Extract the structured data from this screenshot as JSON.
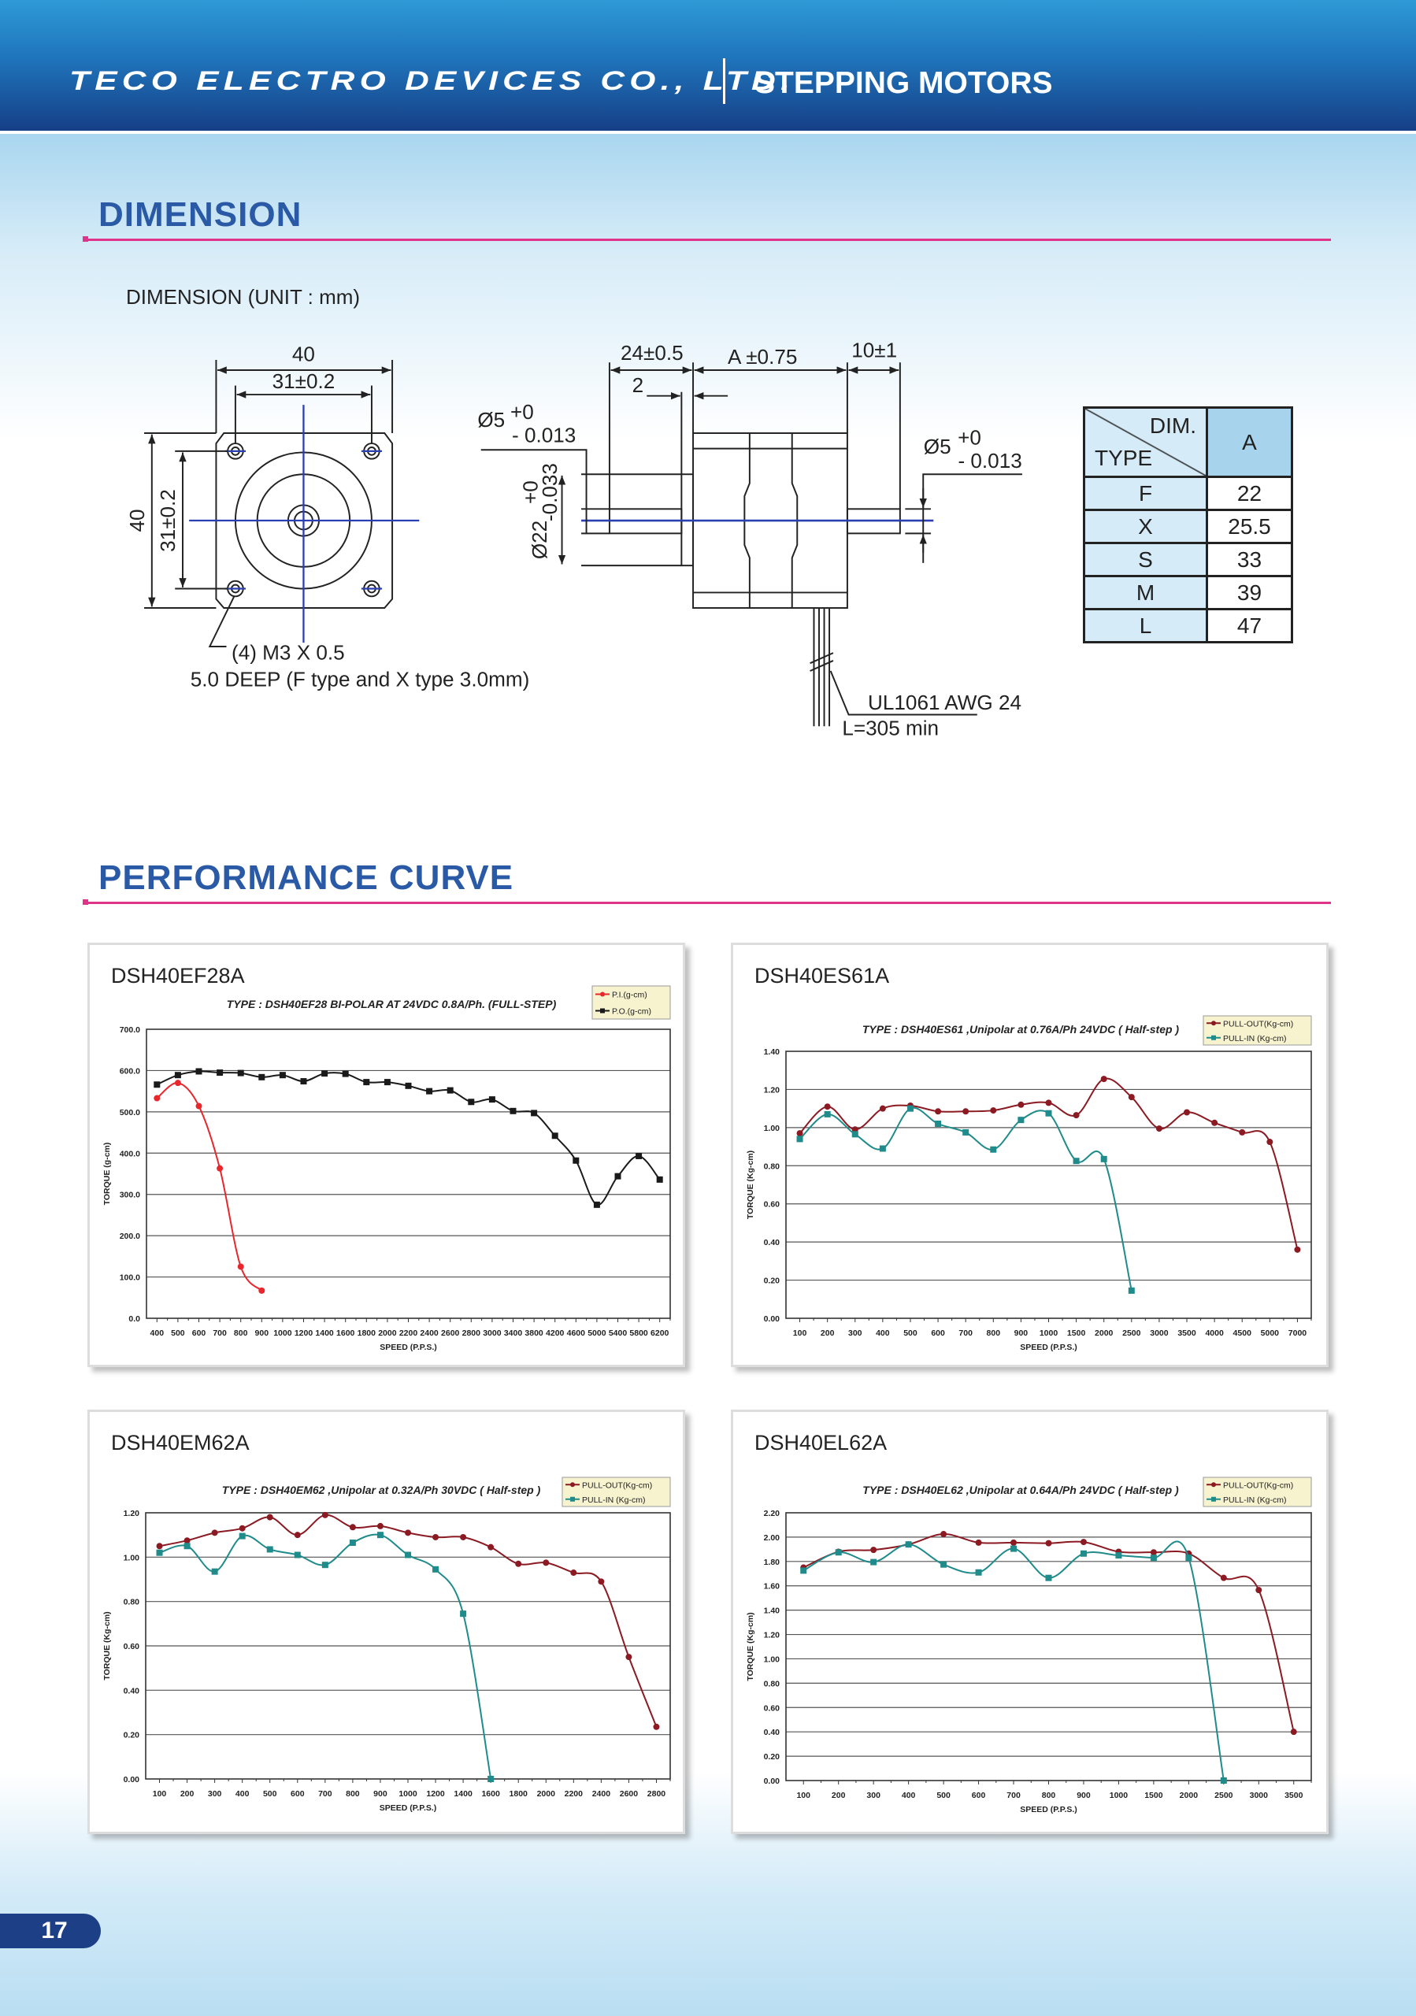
{
  "header": {
    "company": "TECO ELECTRO DEVICES CO., LTD.",
    "product": "STEPPING MOTORS"
  },
  "dimension": {
    "section_title": "DIMENSION",
    "unit_label": "DIMENSION (UNIT : mm)",
    "labels": {
      "width_40": "40",
      "hole_31": "31±0.2",
      "height_40": "40",
      "hole_31_v": "31±0.2",
      "screw": "(4) M3 X 0.5",
      "depth": "5.0 DEEP  (F type and X type 3.0mm)",
      "shaft_len": "24±0.5",
      "body_len": "A ±0.75",
      "rear_len": "10±1",
      "boss": "2",
      "shaft_dia": "Ø5",
      "tol_plus": "+0",
      "tol_minus": "- 0.013",
      "boss_dia": "Ø22",
      "boss_tol_plus": "+0",
      "boss_tol_minus": "-0.033",
      "wire": "UL1061 AWG 24",
      "wire_len": "L=305 min"
    },
    "table": {
      "header_dim": "DIM.",
      "header_type": "TYPE",
      "header_a": "A",
      "rows": [
        {
          "type": "F",
          "a": "22"
        },
        {
          "type": "X",
          "a": "25.5"
        },
        {
          "type": "S",
          "a": "33"
        },
        {
          "type": "M",
          "a": "39"
        },
        {
          "type": "L",
          "a": "47"
        }
      ]
    }
  },
  "performance": {
    "section_title": "PERFORMANCE CURVE"
  },
  "colors": {
    "red": "#e8262b",
    "black": "#1a1a1a",
    "pullout": "#8b1a22",
    "pullin": "#1f8b8b",
    "heading": "#2a5aa6",
    "accent": "#e0338a"
  },
  "chart_data": [
    {
      "type": "line",
      "title": "DSH40EF28A",
      "subtitle": "TYPE : DSH40EF28  BI-POLAR AT 24VDC 0.8A/Ph. (FULL-STEP)",
      "xlabel": "SPEED (P.P.S.)",
      "ylabel": "TORQUE (g-cm)",
      "ylim": [
        0,
        700
      ],
      "ystep": 100,
      "ydecimals": 1,
      "grid": true,
      "legend": "top-right",
      "categories": [
        "400",
        "500",
        "600",
        "700",
        "800",
        "900",
        "1000",
        "1200",
        "1400",
        "1600",
        "1800",
        "2000",
        "2200",
        "2400",
        "2600",
        "2800",
        "3000",
        "3400",
        "3800",
        "4200",
        "4600",
        "5000",
        "5400",
        "5800",
        "6200"
      ],
      "series": [
        {
          "name": "P.I.(g-cm)",
          "color": "#e8262b",
          "marker": "circle",
          "values": [
            533,
            570,
            514,
            363,
            125,
            67
          ]
        },
        {
          "name": "P.O.(g-cm)",
          "color": "#1a1a1a",
          "marker": "square",
          "values": [
            566,
            589,
            598,
            595,
            594,
            584,
            589,
            574,
            593,
            592,
            572,
            572,
            563,
            550,
            552,
            524,
            530,
            502,
            497,
            442,
            382,
            275,
            344,
            393,
            336
          ]
        }
      ]
    },
    {
      "type": "line",
      "title": "DSH40ES61A",
      "subtitle": "TYPE : DSH40ES61 ,Unipolar at 0.76A/Ph 24VDC  ( Half-step )",
      "xlabel": "SPEED (P.P.S.)",
      "ylabel": "TORQUE (Kg-cm)",
      "ylim": [
        0,
        1.4
      ],
      "ystep": 0.2,
      "ydecimals": 2,
      "grid": true,
      "legend": "top-right",
      "categories": [
        "100",
        "200",
        "300",
        "400",
        "500",
        "600",
        "700",
        "800",
        "900",
        "1000",
        "1500",
        "2000",
        "2500",
        "3000",
        "3500",
        "4000",
        "4500",
        "5000",
        "7000"
      ],
      "series": [
        {
          "name": "PULL-OUT(Kg-cm)",
          "color": "#8b1a22",
          "marker": "circle",
          "values": [
            0.97,
            1.11,
            0.99,
            1.1,
            1.115,
            1.085,
            1.085,
            1.09,
            1.12,
            1.13,
            1.065,
            1.255,
            1.16,
            0.995,
            1.08,
            1.025,
            0.975,
            0.925,
            0.36
          ]
        },
        {
          "name": "PULL-IN  (Kg-cm)",
          "color": "#1f8b8b",
          "marker": "square",
          "values": [
            0.94,
            1.07,
            0.965,
            0.89,
            1.1,
            1.02,
            0.975,
            0.885,
            1.04,
            1.075,
            0.825,
            0.835,
            0.145
          ]
        }
      ]
    },
    {
      "type": "line",
      "title": "DSH40EM62A",
      "subtitle": "TYPE : DSH40EM62 ,Unipolar at 0.32A/Ph 30VDC  ( Half-step )",
      "xlabel": "SPEED (P.P.S.)",
      "ylabel": "TORQUE (Kg-cm)",
      "ylim": [
        0,
        1.2
      ],
      "ystep": 0.2,
      "ydecimals": 2,
      "grid": true,
      "legend": "top-right",
      "categories": [
        "100",
        "200",
        "300",
        "400",
        "500",
        "600",
        "700",
        "800",
        "900",
        "1000",
        "1200",
        "1400",
        "1600",
        "1800",
        "2000",
        "2200",
        "2400",
        "2600",
        "2800"
      ],
      "series": [
        {
          "name": "PULL-OUT(Kg-cm)",
          "color": "#8b1a22",
          "marker": "circle",
          "values": [
            1.05,
            1.075,
            1.11,
            1.13,
            1.18,
            1.1,
            1.19,
            1.135,
            1.14,
            1.11,
            1.09,
            1.09,
            1.045,
            0.97,
            0.975,
            0.93,
            0.89,
            0.55,
            0.235
          ]
        },
        {
          "name": "PULL-IN  (Kg-cm)",
          "color": "#1f8b8b",
          "marker": "square",
          "values": [
            1.02,
            1.05,
            0.935,
            1.095,
            1.035,
            1.01,
            0.965,
            1.065,
            1.1,
            1.01,
            0.945,
            0.745,
            0.0
          ]
        }
      ]
    },
    {
      "type": "line",
      "title": "DSH40EL62A",
      "subtitle": "TYPE : DSH40EL62  ,Unipolar at 0.64A/Ph 24VDC  ( Half-step )",
      "xlabel": "SPEED (P.P.S.)",
      "ylabel": "TORQUE (Kg-cm)",
      "ylim": [
        0,
        2.2
      ],
      "ystep": 0.2,
      "ydecimals": 2,
      "grid": true,
      "legend": "top-right",
      "categories": [
        "100",
        "200",
        "300",
        "400",
        "500",
        "600",
        "700",
        "800",
        "900",
        "1000",
        "1500",
        "2000",
        "2500",
        "3000",
        "3500"
      ],
      "series": [
        {
          "name": "PULL-OUT(Kg-cm)",
          "color": "#8b1a22",
          "marker": "circle",
          "values": [
            1.75,
            1.88,
            1.895,
            1.94,
            2.025,
            1.955,
            1.955,
            1.95,
            1.96,
            1.88,
            1.875,
            1.865,
            1.665,
            1.565,
            0.4
          ]
        },
        {
          "name": "PULL-IN  (Kg-cm)",
          "color": "#1f8b8b",
          "marker": "square",
          "values": [
            1.725,
            1.875,
            1.795,
            1.94,
            1.775,
            1.71,
            1.905,
            1.665,
            1.865,
            1.85,
            1.83,
            1.83,
            0.0
          ]
        }
      ]
    }
  ],
  "footer": {
    "page_number": "17"
  }
}
